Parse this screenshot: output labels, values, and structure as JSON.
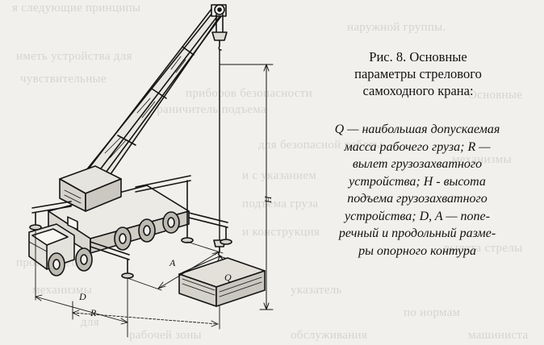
{
  "figure": {
    "caption_lines": [
      "Рис. 8. Основные",
      "параметры стрелового",
      "самоходного крана:"
    ],
    "legend_lines": [
      "Q — наибольшая допускаемая",
      "масса рабочего груза; R —",
      "вылет грузозахватного",
      "устройства; H - высота",
      "подъема грузозахватного",
      "устройства; D, A — попе-",
      "речный и продольный разме-",
      "ры опорного контура"
    ],
    "dimension_labels": {
      "height": "H",
      "load": "Q",
      "longitudinal": "A",
      "transverse": "D",
      "reach": "R"
    }
  },
  "bleed_text": [
    "я следующие принципы",
    "наружной группы.",
    "иметь устройства для",
    "чувствительные",
    "ограничитель подъема",
    "приборов безопасности",
    "для безопасной работы",
    "и с указанием",
    "Основные",
    "механизмы",
    "подъема груза",
    "и конструкция",
    "противовесом",
    "вылета стрелы",
    "механизмы",
    "указатель",
    "по нормам",
    "для",
    "обслуживания",
    "машиниста",
    "рабочей зоны"
  ]
}
